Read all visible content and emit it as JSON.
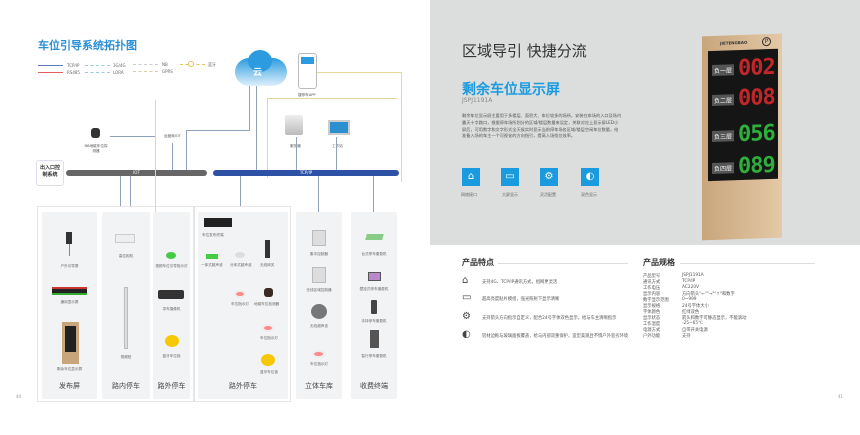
{
  "left": {
    "title": "车位引导系统拓扑图",
    "legend": [
      "TCP/IP",
      "RS485",
      "3G/4G",
      "LORA",
      "NB",
      "GPRS",
      "蓝牙"
    ],
    "cloud": "云",
    "app": "捷停车APP",
    "server": "服务器",
    "workstation": "工作站",
    "nb_detector": "NB地磁车位探测器",
    "iot_platform": "运营商IOT",
    "entry_system": "出入口控制系统",
    "bus_iot": "IOT",
    "bus_tcp": "TCP/IP",
    "panels": [
      "发布屏",
      "路内停车",
      "路外停车",
      "路外停车",
      "立体车库",
      "收费终端"
    ],
    "devices": {
      "outdoor_guide": "户外引导屏",
      "strip_display": "通用显示屏",
      "remaining_display": "剩余车位显示屏",
      "hd_camera": "高位相机",
      "video_pile": "视频桩",
      "lora_light": "视频车位引导指示灯",
      "tracking_camera": "寻车摄像机",
      "bt_lock": "蓝牙车位锁",
      "release_terminal": "车位发布终端",
      "integrated_sensor": "一体式超声波",
      "split_sensor": "分体式超声波",
      "wireless_gateway": "无线网关",
      "indicator1": "车位指示灯",
      "geomagnetic": "地磁车位检测器",
      "indicator2": "车位指示灯",
      "bt_lock2": "蓝牙车位锁",
      "central_ctrl": "集中控制器",
      "zone_ctrl": "无线区域控制器",
      "wireless_sensor": "无线超声波",
      "indicator3": "车位指示灯",
      "kiosk": "台式停车缴费机",
      "wall_pay": "壁挂式停车缴费机",
      "handheld_pay": "手持停车缴费机",
      "cabinet_pay": "智行停车缴费机"
    },
    "page_number": "40"
  },
  "right": {
    "headline": "区域导引 快捷分流",
    "product_name": "剩余车位显示屏",
    "model": "JSPJ1191A",
    "description": "剩余车位显示屏主要用于多楼层、面积大、车位较多的场所，安装在车场的入口及场内露天十字路口，根据停车场所划分的区域/楼层数量来设定，关联对应上显示屏LED小屏后，可用数字和文字形式全天候实时显示当前停车场各区域/楼层空闲车位数量，给准备入场的车主一个可视化的方向指引，提高入场找位效率。",
    "icons": [
      {
        "icon": "network-port-icon",
        "label": "网络接口"
      },
      {
        "icon": "monitor-icon",
        "label": "大屏显示"
      },
      {
        "icon": "gear-config-icon",
        "label": "灵活配置"
      },
      {
        "icon": "contrast-icon",
        "label": "双色显示"
      }
    ],
    "sign": {
      "brand": "JIETENGBAO",
      "floors": [
        {
          "label": "负一层",
          "value": "002",
          "color": "#c0262a"
        },
        {
          "label": "负二层",
          "value": "008",
          "color": "#c0262a"
        },
        {
          "label": "负三层",
          "value": "056",
          "color": "#2fae3c"
        },
        {
          "label": "负四层",
          "value": "089",
          "color": "#2fae3c"
        }
      ]
    },
    "features_title": "产品特点",
    "features": [
      "支持4G、TCP/IP通讯方式，组网更灵活",
      "超高亮度贴片模组，强光照射下显示清晰",
      "支持箭头方向指示自定义，配合24号字体双色显示，给与车主清晰指示",
      "铝材边框与玻璃面板覆盖，给与内部双重保护，造型美观且不惧户外恶劣环境"
    ],
    "specs_title": "产品规格",
    "specs": [
      [
        "产品型号",
        "JSPJ1191A"
      ],
      [
        "通讯方式",
        "TCP/IP"
      ],
      [
        "工作电压",
        "AC220V"
      ],
      [
        "显示内容",
        "方向箭头\"←\"\"→\"\"↑\"和数字"
      ],
      [
        "数字显示范围",
        "0~999"
      ],
      [
        "显示规格",
        "24号字体大小"
      ],
      [
        "字体颜色",
        "红绿双色"
      ],
      [
        "显示状态",
        "箭头和数字可静态显示，不能滚动"
      ],
      [
        "工作温度",
        "-25~65℃"
      ],
      [
        "电源方式",
        "自带开关电源"
      ],
      [
        "户外功能",
        "支持"
      ]
    ],
    "page_number": "41"
  },
  "colors": {
    "accent": "#1a9be0",
    "bus_tcp": "#2d52a5",
    "bus_iot": "#666666"
  }
}
